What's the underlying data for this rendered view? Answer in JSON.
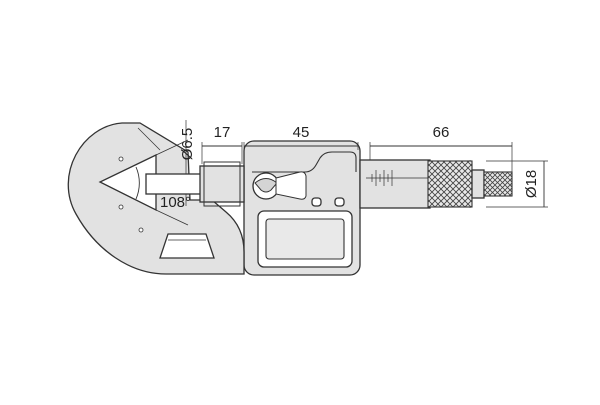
{
  "dimensions": {
    "anvil_dia": "Ø6.5",
    "anvil_length": "17",
    "body_width": "45",
    "thimble_length": "66",
    "thimble_dia": "Ø18",
    "v_angle": "108°"
  },
  "colors": {
    "body_fill": "#e2e2e2",
    "stroke": "#333333",
    "background": "#ffffff"
  },
  "icons": [
    "micrometer-drawing"
  ]
}
